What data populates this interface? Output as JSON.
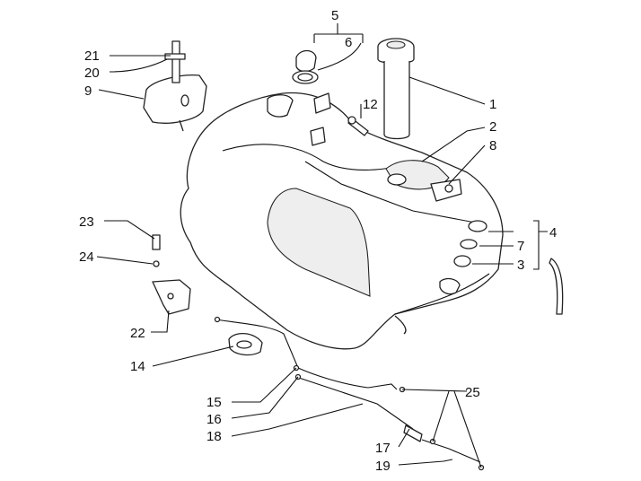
{
  "callouts": {
    "n1": "1",
    "n2": "2",
    "n3": "3",
    "n4": "4",
    "n5": "5",
    "n6": "6",
    "n7": "7",
    "n8": "8",
    "n9": "9",
    "n12": "12",
    "n14": "14",
    "n15": "15",
    "n16": "16",
    "n17": "17",
    "n18": "18",
    "n19": "19",
    "n20": "20",
    "n21": "21",
    "n22": "22",
    "n23": "23",
    "n24": "24",
    "n25": "25"
  }
}
